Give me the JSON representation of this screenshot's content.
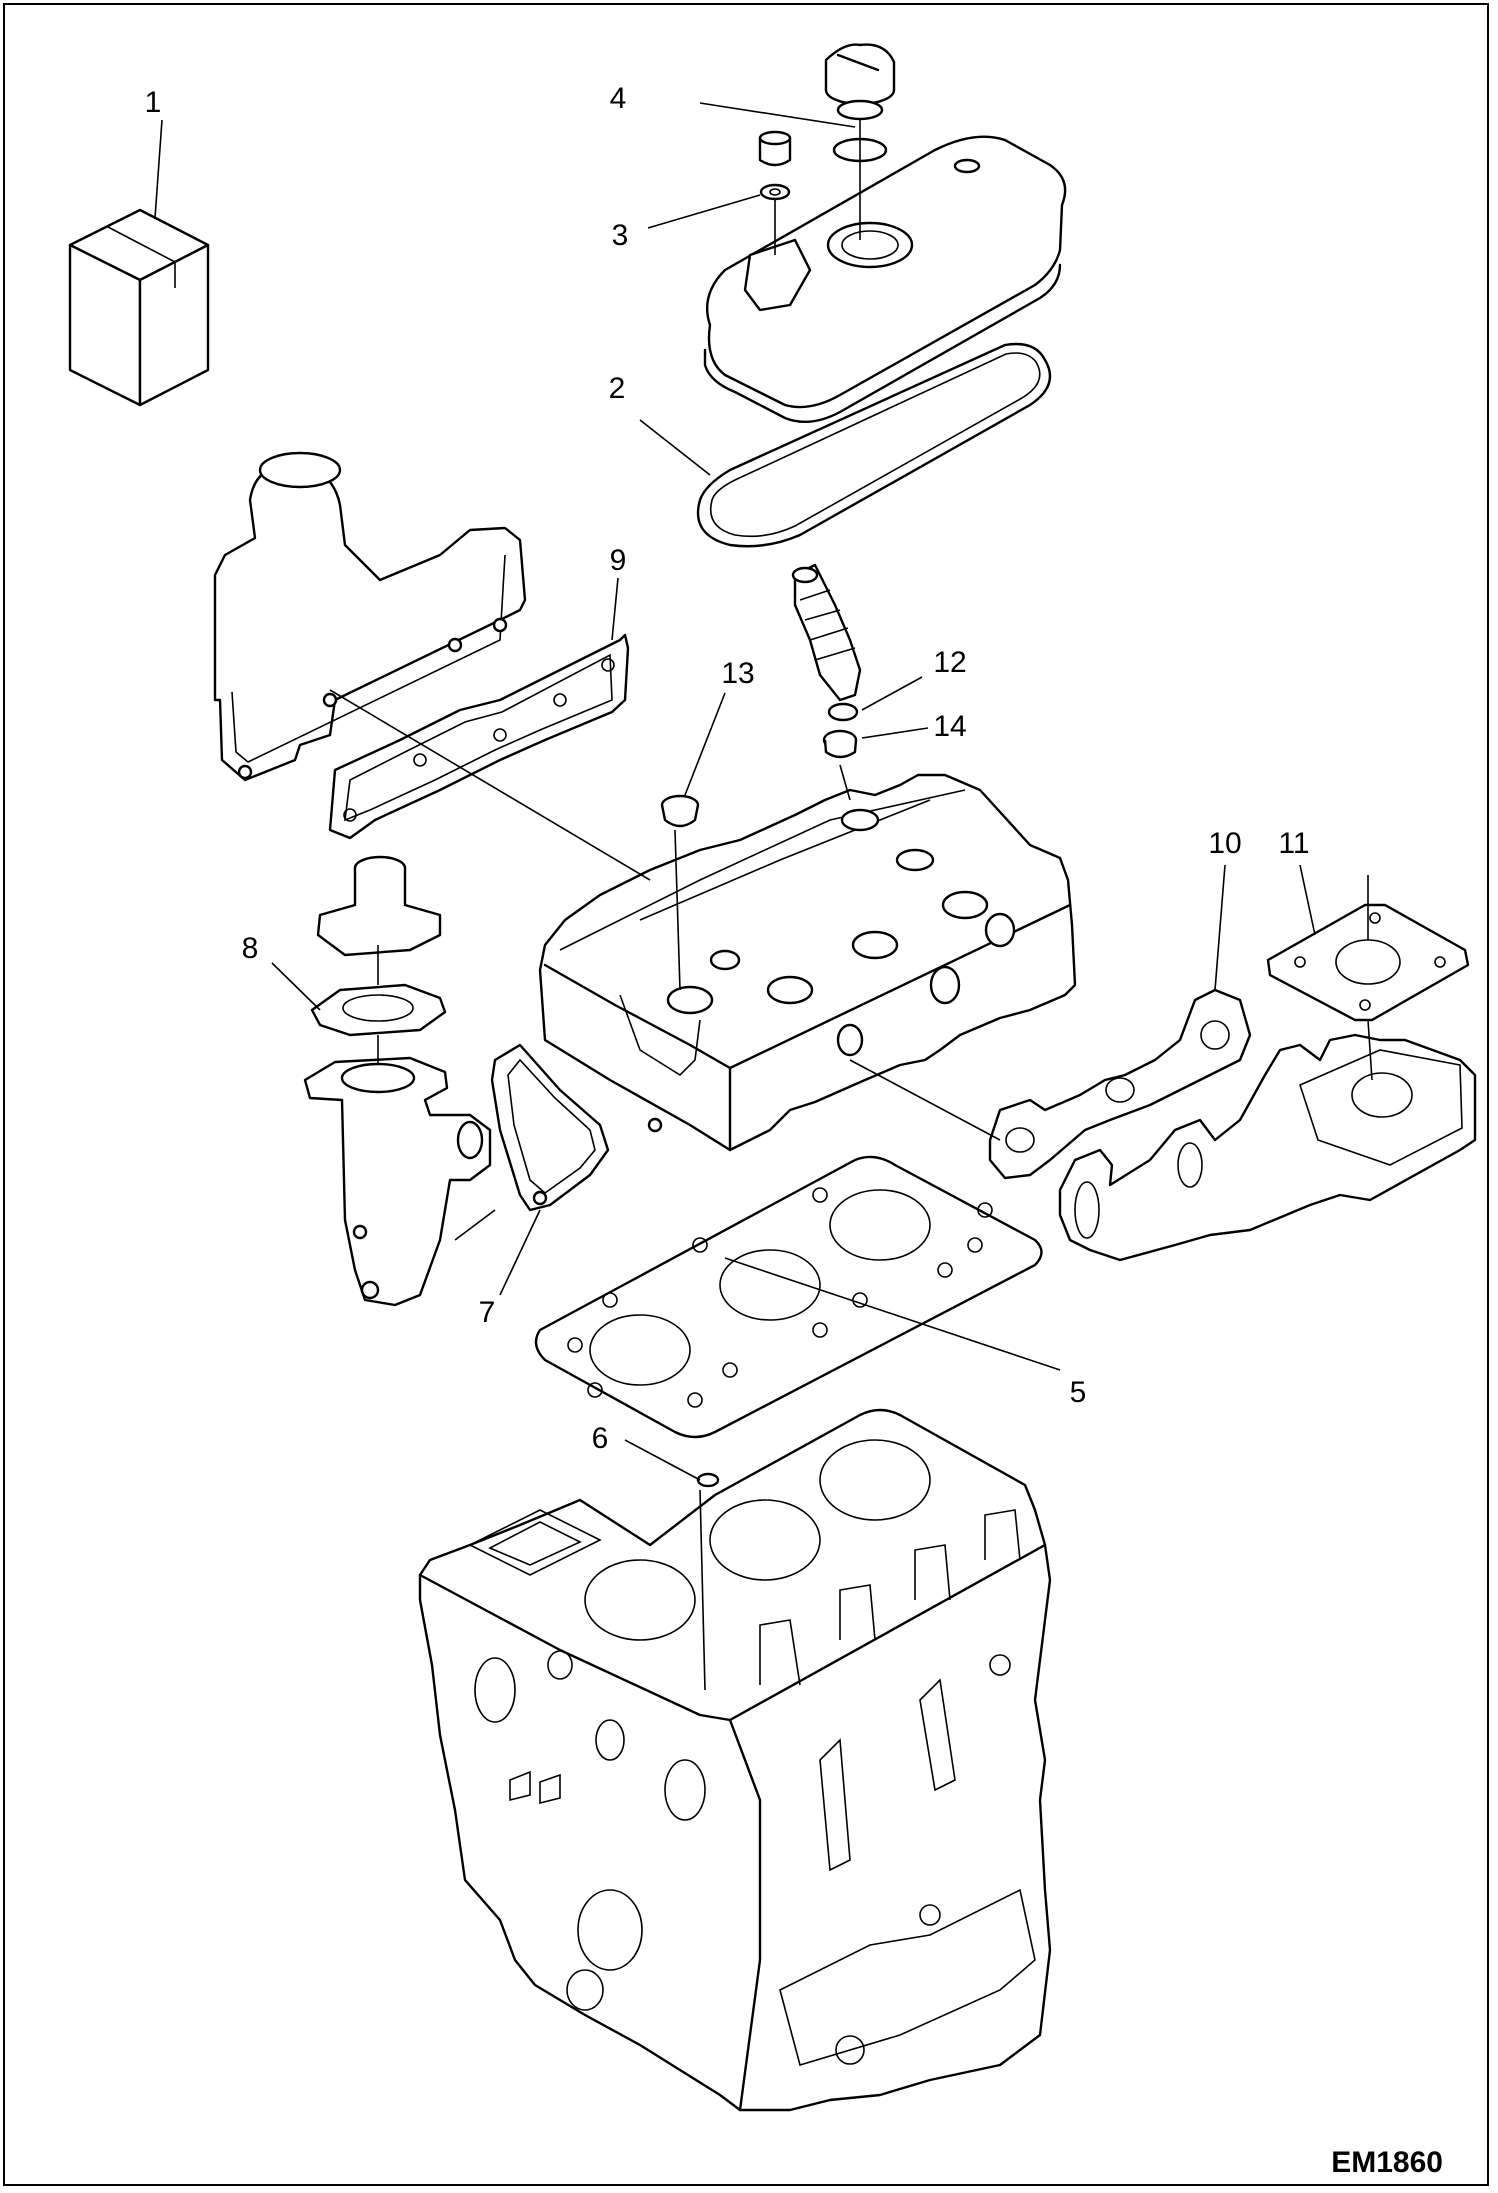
{
  "figure_code": "EM1860",
  "callouts": [
    {
      "id": "callout-1",
      "text": "1"
    },
    {
      "id": "callout-2",
      "text": "2"
    },
    {
      "id": "callout-3",
      "text": "3"
    },
    {
      "id": "callout-4",
      "text": "4"
    },
    {
      "id": "callout-5",
      "text": "5"
    },
    {
      "id": "callout-6",
      "text": "6"
    },
    {
      "id": "callout-7",
      "text": "7"
    },
    {
      "id": "callout-8",
      "text": "8"
    },
    {
      "id": "callout-9",
      "text": "9"
    },
    {
      "id": "callout-10",
      "text": "10"
    },
    {
      "id": "callout-11",
      "text": "11"
    },
    {
      "id": "callout-12",
      "text": "12"
    },
    {
      "id": "callout-13",
      "text": "13"
    },
    {
      "id": "callout-14",
      "text": "14"
    }
  ]
}
